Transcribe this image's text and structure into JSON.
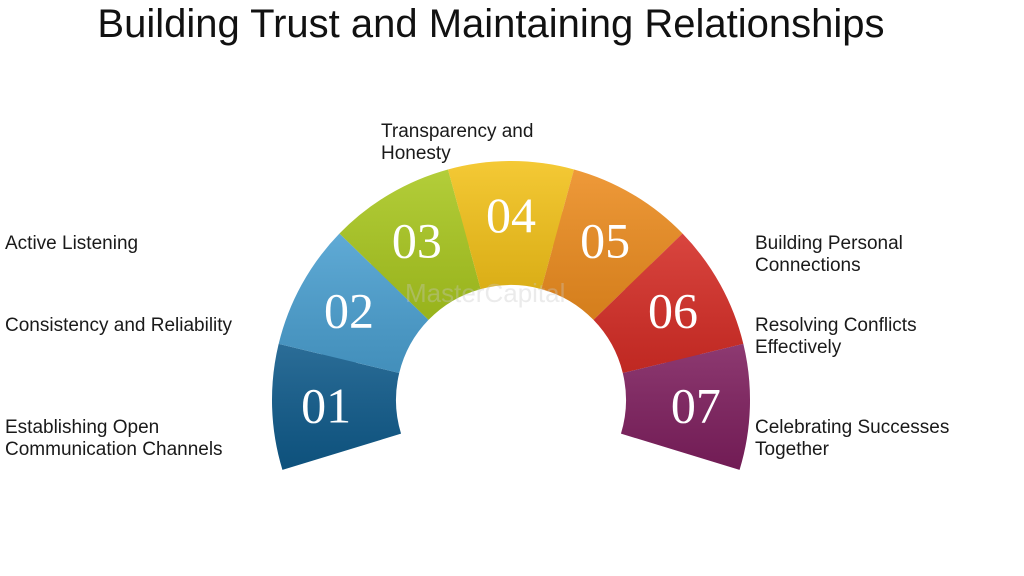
{
  "title": "Building Trust and Maintaining Relationships",
  "segments": [
    {
      "number": "01",
      "label": [
        "Establishing Open",
        "Communication Channels"
      ],
      "color": "#0f5a8a"
    },
    {
      "number": "02",
      "label": [
        "Consistency and Reliability"
      ],
      "color": "#4a9fd0"
    },
    {
      "number": "03",
      "label": [
        "Active Listening"
      ],
      "color": "#a9c71f"
    },
    {
      "number": "04",
      "label": [
        "Transparency and",
        "Honesty"
      ],
      "color": "#f3c21a"
    },
    {
      "number": "05",
      "label": [
        "Building Personal",
        "Connections"
      ],
      "color": "#ec8c1f"
    },
    {
      "number": "06",
      "label": [
        "Resolving Conflicts",
        "Effectively"
      ],
      "color": "#d42c25"
    },
    {
      "number": "07",
      "label": [
        "Celebrating Successes",
        "Together"
      ],
      "color": "#7e1f5e"
    }
  ]
}
